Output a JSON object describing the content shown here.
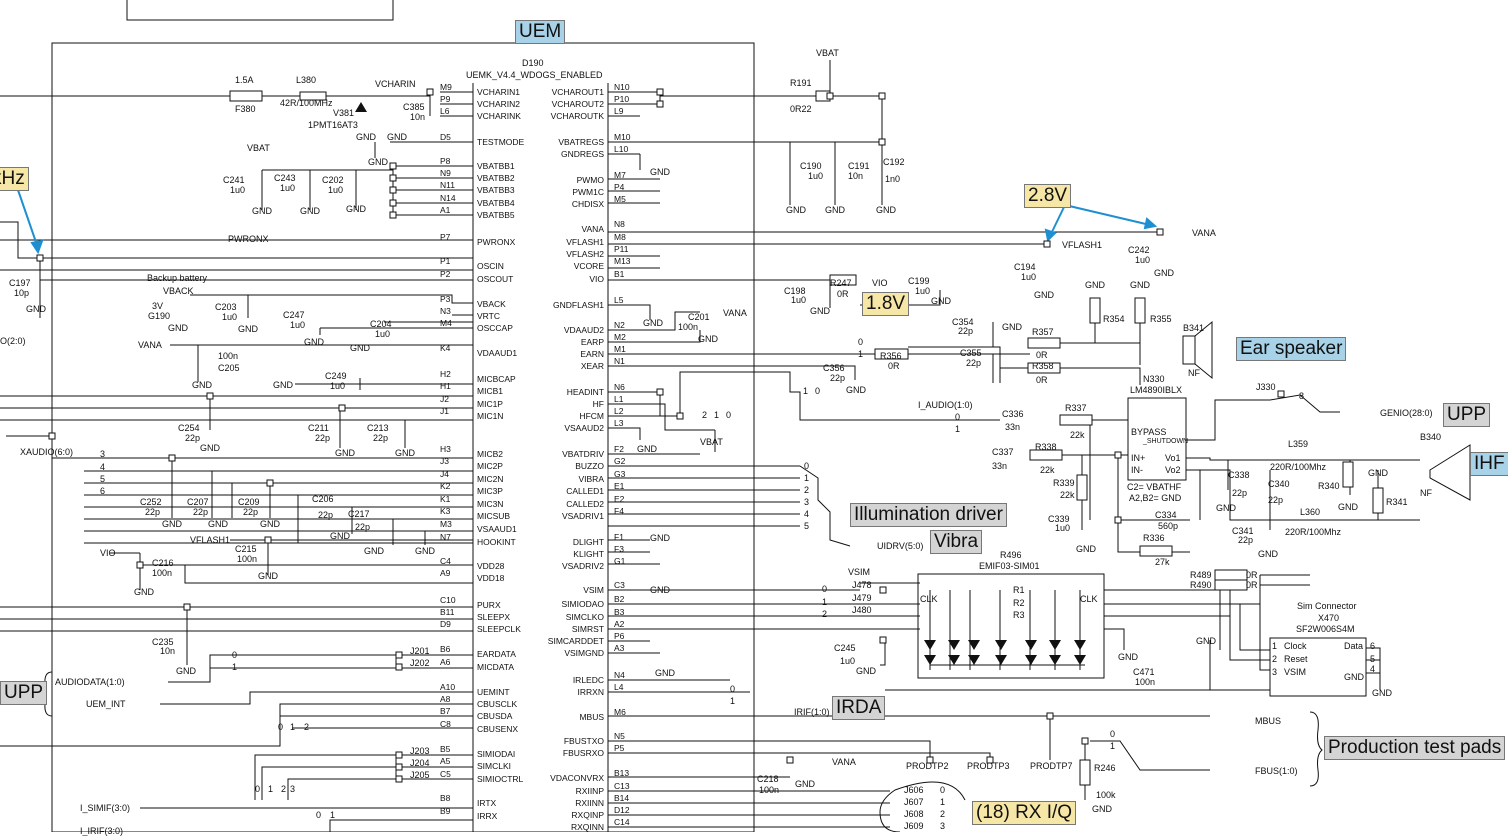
{
  "uem": {
    "title": "UEM",
    "ref": "D190",
    "part": "UEMK_V4.4_WDOGS_ENABLED",
    "left_pins": [
      {
        "name": "VCHARIN1",
        "num": "M9"
      },
      {
        "name": "VCHARIN2",
        "num": "P9"
      },
      {
        "name": "VCHARINK",
        "num": "L6"
      },
      {
        "name": "TESTMODE",
        "num": "D5"
      },
      {
        "name": "VBATBB1",
        "num": "P8"
      },
      {
        "name": "VBATBB2",
        "num": "N9"
      },
      {
        "name": "VBATBB3",
        "num": "N11"
      },
      {
        "name": "VBATBB4",
        "num": "N14"
      },
      {
        "name": "VBATBB5",
        "num": "A1"
      },
      {
        "name": "PWRONX",
        "num": "P7"
      },
      {
        "name": "OSCIN",
        "num": "P1"
      },
      {
        "name": "OSCOUT",
        "num": "P2"
      },
      {
        "name": "VBACK",
        "num": "P3"
      },
      {
        "name": "VRTC",
        "num": "N3"
      },
      {
        "name": "OSCCAP",
        "num": "M4"
      },
      {
        "name": "VDAAUD1",
        "num": "K4"
      },
      {
        "name": "MICBCAP",
        "num": "H2"
      },
      {
        "name": "MICB1",
        "num": "H1"
      },
      {
        "name": "MIC1P",
        "num": "J2"
      },
      {
        "name": "MIC1N",
        "num": "J1"
      },
      {
        "name": "MICB2",
        "num": "H3"
      },
      {
        "name": "MIC2P",
        "num": "J3"
      },
      {
        "name": "MIC2N",
        "num": "J4"
      },
      {
        "name": "MIC3P",
        "num": "K2"
      },
      {
        "name": "MIC3N",
        "num": "K1"
      },
      {
        "name": "MICSUB",
        "num": "K3"
      },
      {
        "name": "VSAAUD1",
        "num": "M3"
      },
      {
        "name": "HOOKINT",
        "num": "N7"
      },
      {
        "name": "VDD28",
        "num": "C4"
      },
      {
        "name": "VDD18",
        "num": "A9"
      },
      {
        "name": "PURX",
        "num": "C10"
      },
      {
        "name": "SLEEPX",
        "num": "B11"
      },
      {
        "name": "SLEEPCLK",
        "num": "D9"
      },
      {
        "name": "EARDATA",
        "num": "B6"
      },
      {
        "name": "MICDATA",
        "num": "A6"
      },
      {
        "name": "UEMINT",
        "num": "A10"
      },
      {
        "name": "CBUSCLK",
        "num": "A8"
      },
      {
        "name": "CBUSDA",
        "num": "B7"
      },
      {
        "name": "CBUSENX",
        "num": "C8"
      },
      {
        "name": "SIMIODAI",
        "num": "B5"
      },
      {
        "name": "SIMCLKI",
        "num": "A5"
      },
      {
        "name": "SIMIOCTRL",
        "num": "C5"
      },
      {
        "name": "IRTX",
        "num": "B8"
      },
      {
        "name": "IRRX",
        "num": "B9"
      }
    ],
    "right_pins": [
      {
        "name": "VCHAROUT1",
        "num": "N10"
      },
      {
        "name": "VCHAROUT2",
        "num": "P10"
      },
      {
        "name": "VCHAROUTK",
        "num": "L9"
      },
      {
        "name": "VBATREGS",
        "num": "M10"
      },
      {
        "name": "GNDREGS",
        "num": "L10"
      },
      {
        "name": "PWMO",
        "num": "M7"
      },
      {
        "name": "PWM1C",
        "num": "P4"
      },
      {
        "name": "CHDISX",
        "num": "M5"
      },
      {
        "name": "VANA",
        "num": "N8"
      },
      {
        "name": "VFLASH1",
        "num": "M8"
      },
      {
        "name": "VFLASH2",
        "num": "P11"
      },
      {
        "name": "VCORE",
        "num": "M13"
      },
      {
        "name": "VIO",
        "num": "B1"
      },
      {
        "name": "GNDFLASH1",
        "num": "L5"
      },
      {
        "name": "VDAAUD2",
        "num": "N2"
      },
      {
        "name": "EARP",
        "num": "M2"
      },
      {
        "name": "EARN",
        "num": "M1"
      },
      {
        "name": "XEAR",
        "num": "N1"
      },
      {
        "name": "HEADINT",
        "num": "N6"
      },
      {
        "name": "HF",
        "num": "L1"
      },
      {
        "name": "HFCM",
        "num": "L2"
      },
      {
        "name": "VSAAUD2",
        "num": "L3"
      },
      {
        "name": "VBATDRIV",
        "num": "F2"
      },
      {
        "name": "BUZZO",
        "num": "G2"
      },
      {
        "name": "VIBRA",
        "num": "G3"
      },
      {
        "name": "CALLED1",
        "num": "E1"
      },
      {
        "name": "CALLED2",
        "num": "E2"
      },
      {
        "name": "VSADRIV1",
        "num": "F4"
      },
      {
        "name": "DLIGHT",
        "num": "F1"
      },
      {
        "name": "KLIGHT",
        "num": "F3"
      },
      {
        "name": "VSADRIV2",
        "num": "G1"
      },
      {
        "name": "VSIM",
        "num": "C3"
      },
      {
        "name": "SIMIODAO",
        "num": "B2"
      },
      {
        "name": "SIMCLKO",
        "num": "B3"
      },
      {
        "name": "SIMRST",
        "num": "A2"
      },
      {
        "name": "SIMCARDDET",
        "num": "P6"
      },
      {
        "name": "VSIMGND",
        "num": "A3"
      },
      {
        "name": "IRLEDC",
        "num": "N4"
      },
      {
        "name": "IRRXN",
        "num": "L4"
      },
      {
        "name": "MBUS",
        "num": "M6"
      },
      {
        "name": "FBUSTXO",
        "num": "N5"
      },
      {
        "name": "FBUSRXO",
        "num": "P5"
      },
      {
        "name": "VDACONVRX",
        "num": "B13"
      },
      {
        "name": "RXIINP",
        "num": "C13"
      },
      {
        "name": "RXIINN",
        "num": "B14"
      },
      {
        "name": "RXQINP",
        "num": "D12"
      },
      {
        "name": "RXQINN",
        "num": "C14"
      }
    ]
  },
  "labels": {
    "f380_rating": "1.5A",
    "f380": "F380",
    "l380": "L380",
    "l380_val": "42R/100MHz",
    "vcharin": "VCHARIN",
    "v381": "V381",
    "v381_part": "1PMT16AT3",
    "c385": "C385",
    "c385_val": "10n",
    "gnd": "GND",
    "vbat": "VBAT",
    "c241": "C241",
    "c241_val": "1u0",
    "c243": "C243",
    "c243_val": "1u0",
    "c202": "C202",
    "c202_val": "1u0",
    "pwronx": "PWRONX",
    "c197": "C197",
    "c197_val": "10p",
    "backup": "Backup battery",
    "vback": "VBACK",
    "g190_val": "3V",
    "g190": "G190",
    "c203": "C203",
    "c203_val": "1u0",
    "c247": "C247",
    "c247_val": "1u0",
    "c204": "C204",
    "c204_val": "1u0",
    "vana": "VANA",
    "c205_val": "100n",
    "c205": "C205",
    "c249": "C249",
    "c249_val": "1u0",
    "c254": "C254",
    "c254_val": "22p",
    "c211": "C211",
    "c211_val": "22p",
    "c213": "C213",
    "c213_val": "22p",
    "xaudio": "XAUDIO(6:0)",
    "xa3": "3",
    "xa4": "4",
    "xa5": "5",
    "xa6": "6",
    "c252": "C252",
    "c252_val": "22p",
    "c207": "C207",
    "c207_val": "22p",
    "c209": "C209",
    "c209_val": "22p",
    "c206": "C206",
    "c206_val": "22p",
    "c217": "C217",
    "c217_val": "22p",
    "vflash1": "VFLASH1",
    "c215": "C215",
    "c215_val": "100n",
    "vio": "VIO",
    "c216": "C216",
    "c216_val": "100n",
    "c235": "C235",
    "c235_val": "10n",
    "audiodata": "AUDIODATA(1:0)",
    "uem_int": "UEM_INT",
    "ad0": "0",
    "ad1": "1",
    "j201": "J201",
    "j202": "J202",
    "j203": "J203",
    "j204": "J204",
    "j205": "J205",
    "cb0": "0",
    "cb1": "1",
    "cb2": "2",
    "sim0": "0",
    "sim1": "1",
    "sim2": "2",
    "sim3": "3",
    "i_simif": "I_SIMIF(3:0)",
    "lirif": "I_IRIF(3:0)",
    "ir0": "0",
    "ir1": "1",
    "r191": "R191",
    "r191_val": "0R22",
    "c190": "C190",
    "c190_val": "1u0",
    "c191": "C191",
    "c191_val": "10n",
    "c192": "C192",
    "c192_val": "1n0",
    "c198": "C198",
    "c198_val": "1u0",
    "r247": "R247",
    "r247_val": "0R",
    "vio_out": "VIO",
    "c199": "C199",
    "c199_val": "1u0",
    "c201": "C201",
    "c201_val": "100n",
    "vana2": "VANA",
    "c194": "C194",
    "c194_val": "1u0",
    "vflash1_out": "VFLASH1",
    "c242": "C242",
    "c242_val": "1u0",
    "vana_out": "VANA",
    "c354": "C354",
    "c354_val": "22p",
    "r357": "R357",
    "r357_val": "0R",
    "c355": "C355",
    "c355_val": "22p",
    "r356": "R356",
    "r356_val": "0R",
    "n0": "0",
    "n1": "1",
    "c356": "C356",
    "c356_val": "22p",
    "r358": "R358",
    "r358_val": "0R",
    "r354": "R354",
    "r355": "R355",
    "b341": "B341",
    "nf": "NF",
    "h1": "1",
    "h0": "0",
    "hf2": "2",
    "hf1": "1",
    "hf0": "0",
    "vbat2": "VBAT",
    "i_audio": "I_AUDIO(1:0)",
    "ia0": "0",
    "ia1": "1",
    "c336": "C336",
    "c336_val": "33n",
    "r337": "R337",
    "r337_val": "22k",
    "c337": "C337",
    "c337_val": "33n",
    "r338": "R338",
    "r338_val": "22k",
    "r339": "R339",
    "r339_val": "22k",
    "c339": "C339",
    "c339_val": "1u0",
    "n330": "N330",
    "n330_part": "LM4890IBLX",
    "bypass": "BYPASS",
    "shutdown": "_SHUTDOWN",
    "inp": "IN+",
    "inn": "IN-",
    "vo1": "Vo1",
    "vo2": "Vo2",
    "amp_note1": "C2= VBATHF",
    "amp_note2": "A2,B2= GND",
    "c334": "C334",
    "c334_val": "560p",
    "r336": "R336",
    "r336_val": "27k",
    "j330": "J330",
    "j330_pin": "8",
    "genio": "GENIO(28:0)",
    "l359": "L359",
    "l359_val": "220R/100Mhz",
    "c338": "C338",
    "c338_val": "22p",
    "c340": "C340",
    "c340_val": "22p",
    "r340": "R340",
    "c341": "C341",
    "c341_val": "22p",
    "l360": "L360",
    "l360_val": "220R/100Mhz",
    "r341": "R341",
    "b340": "B340",
    "nf2": "NF",
    "bz0": "0",
    "bz1": "1",
    "bz2": "2",
    "bz3": "3",
    "bz4": "4",
    "bz5": "5",
    "uidrv": "UIDRV(5:0)",
    "r496": "R496",
    "r496_part": "EMIF03-SIM01",
    "vsim": "VSIM",
    "j478": "J478",
    "j479": "J479",
    "j480": "J480",
    "js0": "0",
    "js1": "1",
    "js2": "2",
    "clk1": "CLK",
    "clk2": "CLK",
    "r1": "R1",
    "r2": "R2",
    "r3": "R3",
    "r489": "R489",
    "r489_val": "0R",
    "r490": "R490",
    "r490_val": "0R",
    "simconn": "Sim Connector",
    "x470": "X470",
    "x470_part": "SF2W006S4M",
    "x_clock": "Clock",
    "x_reset": "Reset",
    "x_vsim": "VSIM",
    "x_data": "Data",
    "x_gnd": "GND",
    "xp1": "1",
    "xp2": "2",
    "xp3": "3",
    "xp4": "4",
    "xp5": "5",
    "xp6": "6",
    "c245": "C245",
    "c245_val": "1u0",
    "c471": "C471",
    "c471_val": "100n",
    "irif": "IRIF(1:0)",
    "ird0": "0",
    "ird1": "1",
    "mbus": "MBUS",
    "fbus": "FBUS(1:0)",
    "fb0": "0",
    "fb1": "1",
    "prodtp2": "PRODTP2",
    "prodtp3": "PRODTP3",
    "prodtp7": "PRODTP7",
    "r246": "R246",
    "r246_val": "100k",
    "c218": "C218",
    "c218_val": "100n",
    "vana3": "VANA",
    "j606": "J606",
    "j607": "J607",
    "j608": "J608",
    "j609": "J609",
    "rx0": "0",
    "rx1": "1",
    "rx2": "2",
    "rx3": "3",
    "o20": "O(2:0)",
    "khz": "kHz"
  },
  "callouts": {
    "uem": "UEM",
    "khz": "kHz",
    "v28": "2.8V",
    "v18": "1.8V",
    "ear_speaker": "Ear speaker",
    "upp_right": "UPP",
    "ihf": "IHF",
    "illumination": "Illumination driver",
    "vibra": "Vibra",
    "irda": "IRDA",
    "upp_left": "UPP",
    "production": "Production  test pads",
    "rxiq": "(18) RX I/Q"
  },
  "colors": {
    "line": "#111111",
    "arrow_blue": "#1e8fd0",
    "callout_yellow": "#f7e7a6",
    "callout_blue": "#a8d2e8",
    "callout_gray": "#d4d4d4"
  }
}
